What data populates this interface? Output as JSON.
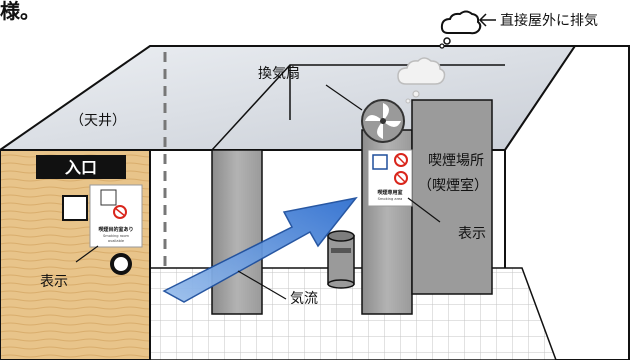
{
  "heading_fragment": "様。",
  "exhaust_label": "直接屋外に排気",
  "ceiling_label": "（天井）",
  "fan_label": "換気扇",
  "entrance_label": "入口",
  "smoking_area_label_line1": "喫煙場所",
  "smoking_area_label_line2": "（喫煙室）",
  "sign_label_right": "表示",
  "sign_label_left": "表示",
  "airflow_label": "気流",
  "door_sign": {
    "title": "喫煙目的室あり",
    "sub1": "Smoking room",
    "sub2": "available"
  },
  "booth_sign": {
    "title": "喫煙専用室",
    "sub": "Smoking area"
  },
  "colors": {
    "door": "#e8c48a",
    "airflow_arrow": "#5b8fd6",
    "pillar": "#a9a9a9",
    "no_smoking_red": "#d9261c"
  }
}
